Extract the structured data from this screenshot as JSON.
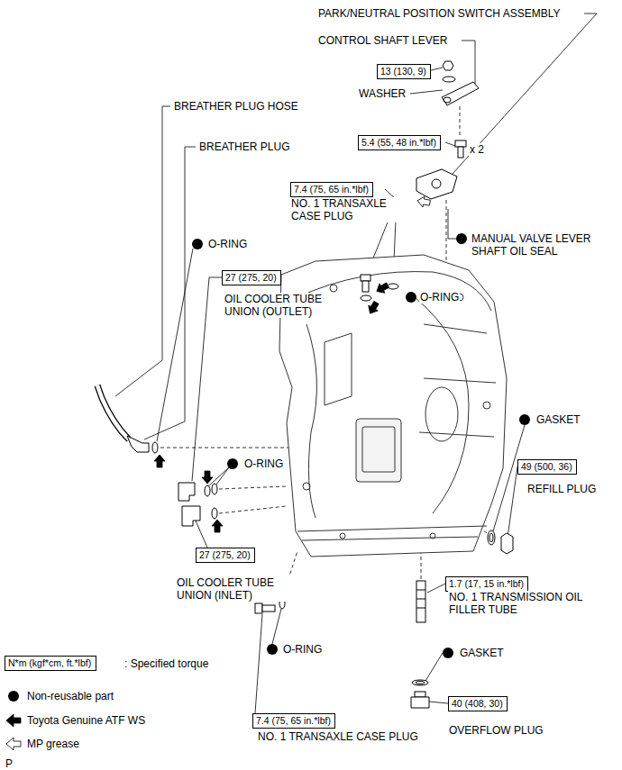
{
  "diagram": {
    "nodes": [
      {
        "text": [
          "13 (130, 9)"
        ]
      },
      {
        "text": [
          "5.4 (55, 48 in.*lbf)"
        ]
      },
      {
        "text": [
          "7.4 (75, 65 in.*lbf)"
        ]
      },
      {
        "text": [
          "27 (275, 20)"
        ]
      },
      {
        "text": [
          "49 (500, 36)"
        ]
      },
      {
        "text": [
          "27 (275, 20)"
        ]
      },
      {
        "text": [
          "1.7 (17, 15 in.*lbf)"
        ]
      },
      {
        "text": [
          "N*m (kgf*cm, ft.*lbf)"
        ]
      },
      {
        "text": [
          "40 (408, 30)"
        ]
      },
      {
        "text": [
          "7.4 (75, 65 in.*lbf)"
        ]
      }
    ],
    "labels": [
      "PARK/NEUTRAL POSITION SWITCH ASSEMBLY",
      "CONTROL SHAFT LEVER",
      "WASHER",
      "x 2",
      "NO. 1 TRANSAXLE CASE PLUG",
      "MANUAL VALVE LEVER SHAFT OIL SEAL",
      "O-RING",
      "BREATHER PLUG HOSE",
      "BREATHER PLUG",
      "O-RING",
      "OIL COOLER TUBE UNION (OUTLET)",
      "GASKET",
      "O-RING",
      "REFILL PLUG",
      "OIL COOLER TUBE UNION (INLET)",
      "NO. 1 TRANSMISSION OIL FILLER TUBE",
      "O-RING",
      "GASKET",
      "OVERFLOW PLUG",
      "NO. 1 TRANSAXLE CASE PLUG",
      "P"
    ],
    "legend": [
      {
        "text": ": Specified torque"
      },
      {
        "text": "Non-reusable part"
      },
      {
        "text": "Toyota Genuine ATF WS"
      },
      {
        "text": "MP grease"
      }
    ]
  }
}
